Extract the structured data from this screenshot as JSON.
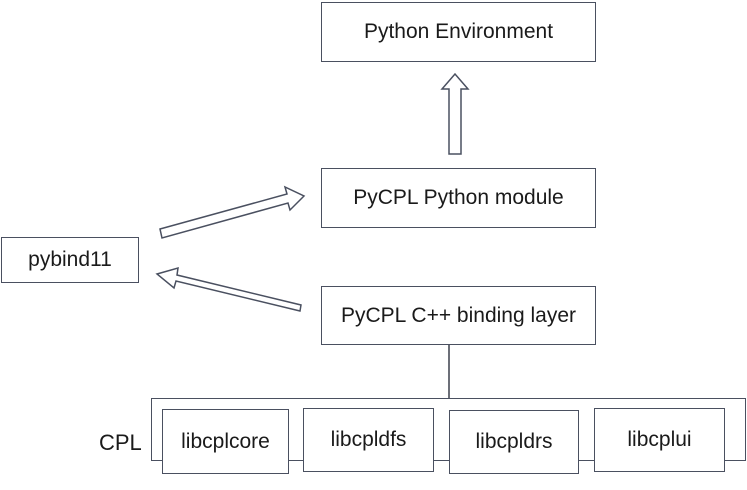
{
  "nodes": {
    "python_env": "Python Environment",
    "pycpl_module": "PyCPL Python module",
    "pybind11": "pybind11",
    "binding_layer": "PyCPL C++ binding layer"
  },
  "cpl": {
    "label": "CPL",
    "libraries": [
      "libcplcore",
      "libcpldfs",
      "libcpldrs",
      "libcplui"
    ]
  },
  "colors": {
    "stroke": "#4a5060",
    "fill": "#ffffff"
  }
}
